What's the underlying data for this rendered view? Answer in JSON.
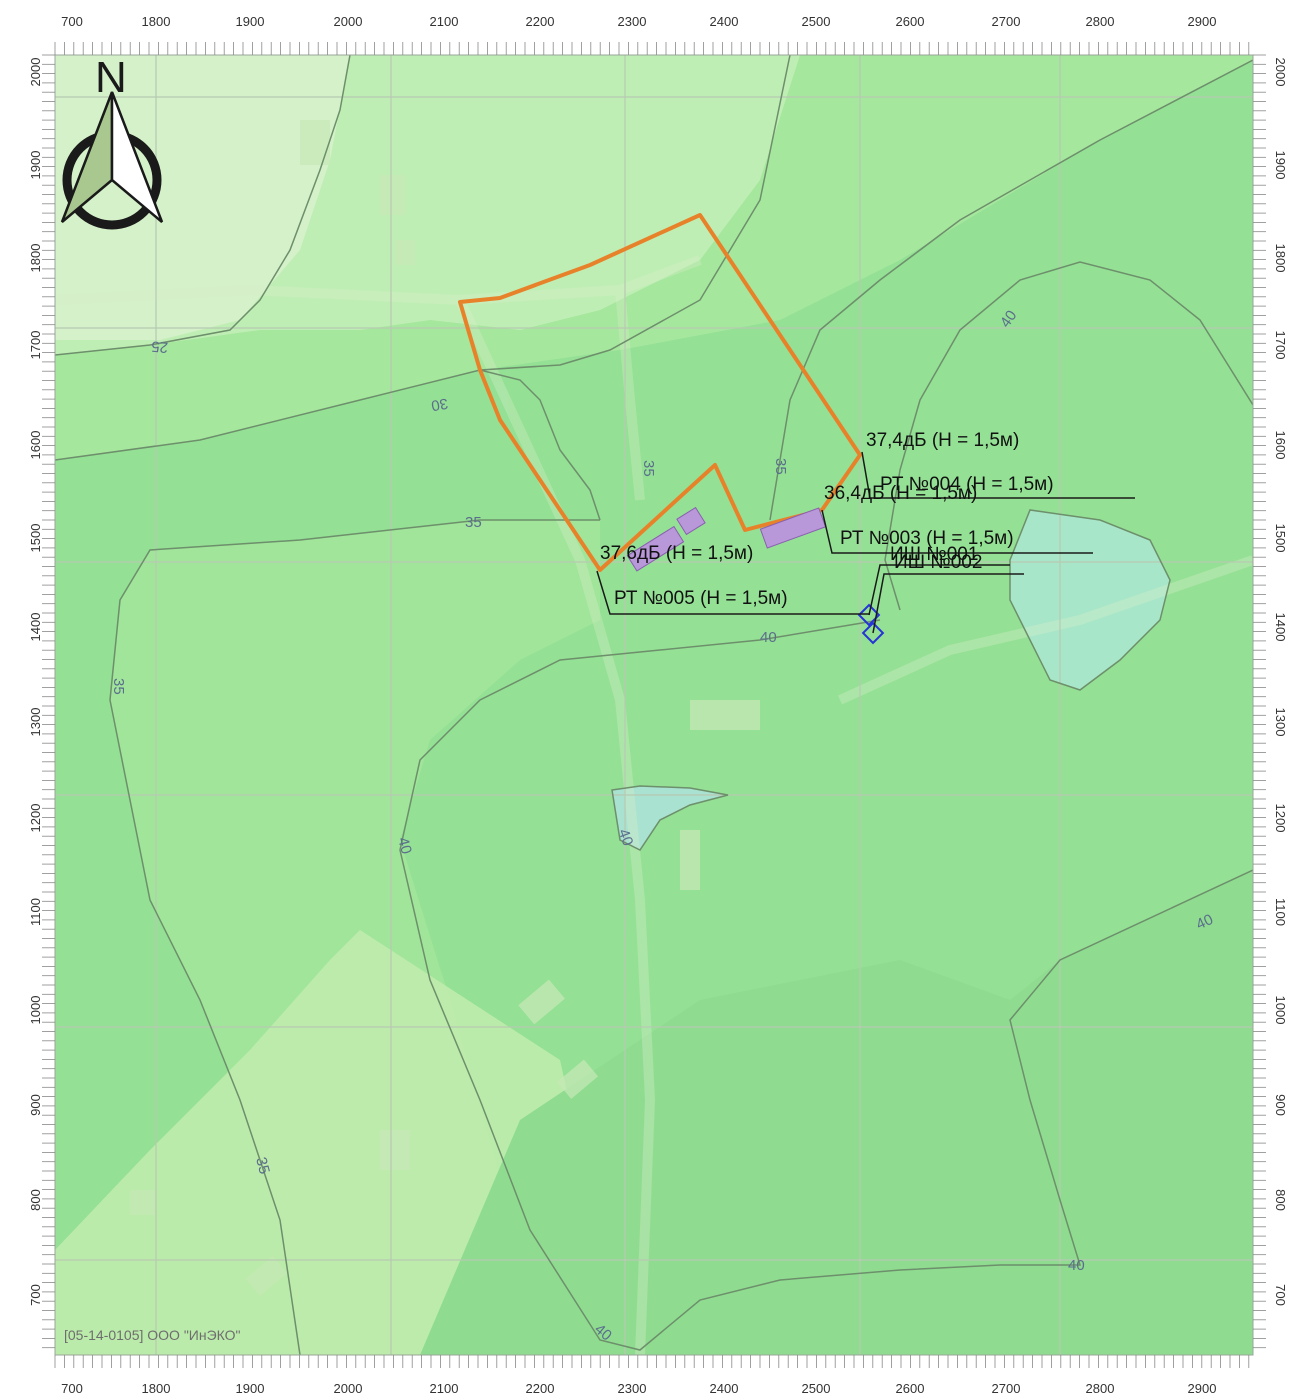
{
  "colors": {
    "background_base": "#9de39a",
    "zone_25": "#dff2d6",
    "zone_30": "#bfeeb4",
    "zone_35": "#a6e79e",
    "zone_40": "#94e095",
    "zone_above_40": "#a8e8c8",
    "contour_line": "#6d8f6b",
    "boundary": "#e8822a",
    "source_marker": "#2633d6",
    "building_fill": "#b898d8"
  },
  "axes": {
    "x_ticks": [
      "700",
      "1800",
      "1900",
      "2000",
      "2100",
      "2200",
      "2300",
      "2400",
      "2500",
      "2600",
      "2700",
      "2800",
      "2900"
    ],
    "y_ticks": [
      "2000",
      "1900",
      "1800",
      "1700",
      "1600",
      "1500",
      "1400",
      "1300",
      "1200",
      "1100",
      "1000",
      "900",
      "800",
      "700"
    ],
    "y_ticks_right": [
      "2000",
      "1900",
      "1800",
      "1700",
      "1600",
      "1500",
      "1400",
      "1300",
      "1200",
      "1100",
      "1000",
      "900",
      "800",
      "700"
    ]
  },
  "isolines": [
    {
      "level": "25",
      "label": "25"
    },
    {
      "level": "30",
      "label": "30"
    },
    {
      "level": "35",
      "label": "35"
    },
    {
      "level": "40",
      "label": "40"
    }
  ],
  "contour_labels": {
    "c25_left": "25",
    "c30_mid": "30",
    "c35_mid": "35",
    "c35_left": "35",
    "c35_low": "35",
    "c35_center": "35",
    "c35_north": "35",
    "c40_mid": "40",
    "c40_low": "40",
    "c40_upper_right": "40",
    "c40_right": "40",
    "c40_bottom": "40",
    "c40_bottom_right": "40",
    "c40_center_small": "40"
  },
  "callouts": {
    "rt004_value": "37,4дБ (H = 1,5м)",
    "rt004_name": "РТ №004 (H = 1,5м)",
    "rt003_value": "36,4дБ (H = 1,5м)",
    "rt003_name": "РТ №003 (H = 1,5м)",
    "rt005_value": "37,6дБ (H = 1,5м)",
    "rt005_name": "РТ №005 (H = 1,5м)",
    "source_001": "ИШ №001",
    "source_002": "ИШ №002"
  },
  "north_arrow": {
    "letter": "N",
    "icon": "compass-north-arrow-icon"
  },
  "footer": {
    "copyright": "[05-14-0105] ООО \"ИнЭКО\""
  }
}
